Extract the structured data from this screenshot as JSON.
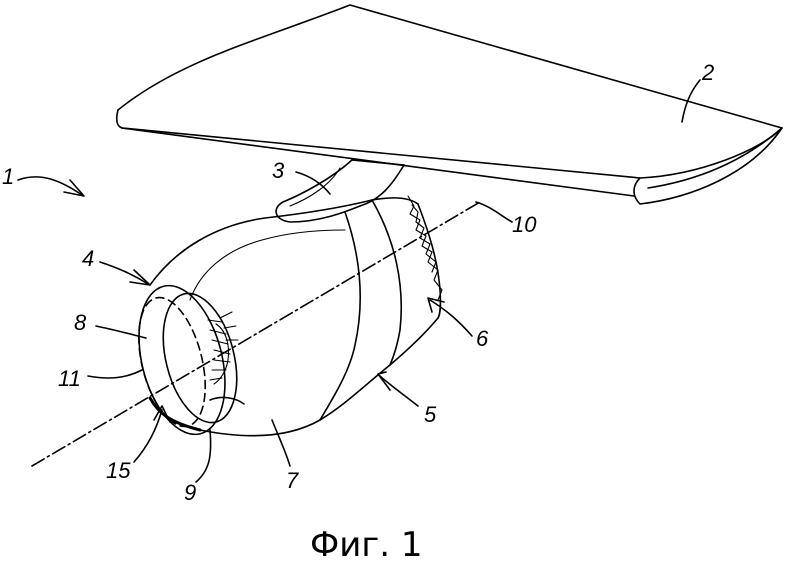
{
  "figure": {
    "caption": "Фиг. 1",
    "reference_numerals": [
      {
        "id": "r1",
        "text": "1"
      },
      {
        "id": "r2",
        "text": "2"
      },
      {
        "id": "r3",
        "text": "3"
      },
      {
        "id": "r4",
        "text": "4"
      },
      {
        "id": "r5",
        "text": "5"
      },
      {
        "id": "r6",
        "text": "6"
      },
      {
        "id": "r7",
        "text": "7"
      },
      {
        "id": "r8",
        "text": "8"
      },
      {
        "id": "r9",
        "text": "9"
      },
      {
        "id": "r10",
        "text": "10"
      },
      {
        "id": "r11",
        "text": "11"
      },
      {
        "id": "r15",
        "text": "15"
      }
    ],
    "line_color": "#000000",
    "background": "#ffffff"
  }
}
